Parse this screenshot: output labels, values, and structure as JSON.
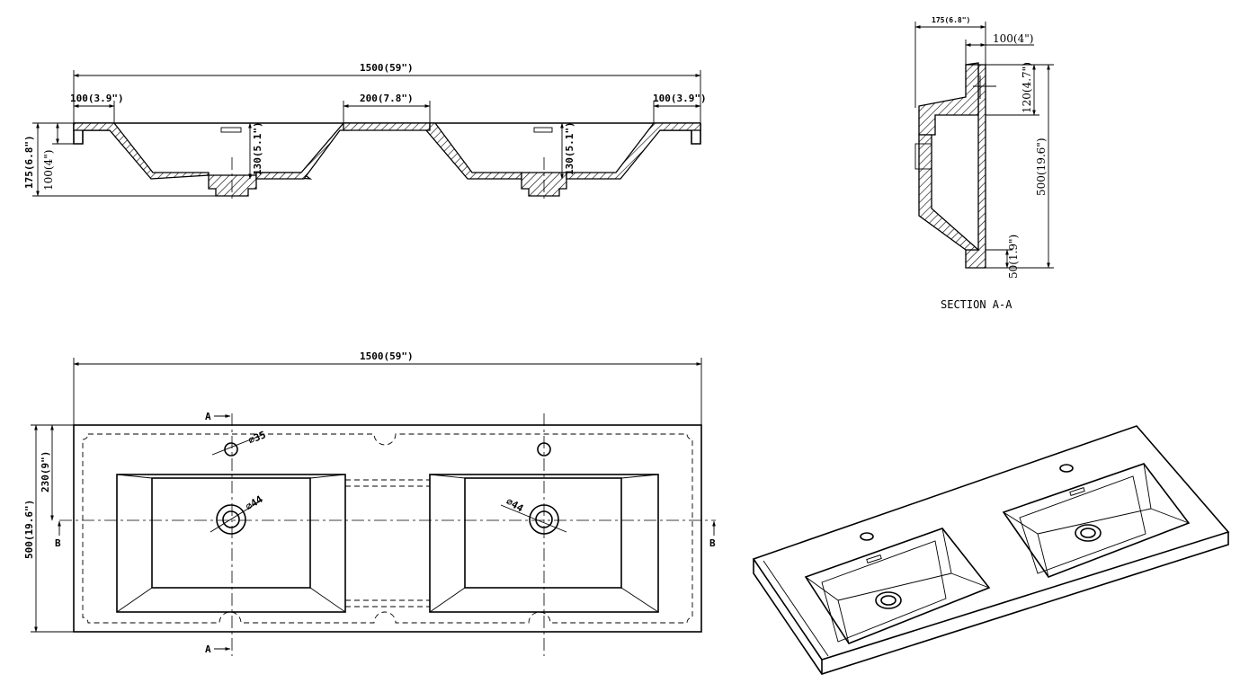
{
  "front_view": {
    "overall_width": "1500(59\")",
    "left_margin": "100(3.9\")",
    "center_gap": "200(7.8\")",
    "right_margin": "100(3.9\")",
    "total_height": "175(6.8\")",
    "deck_height": "100(4\")",
    "bowl_depth_left": "130(5.1\")",
    "bowl_depth_right": "130(5.1\")"
  },
  "section": {
    "top_width": "175(6.8\")",
    "rim_width": "100(4\")",
    "upper_height": "120(4.7\")",
    "total_depth": "500(19.6\")",
    "lower_height": "50(1.9\")",
    "title": "SECTION A-A"
  },
  "plan_view": {
    "overall_width": "1500(59\")",
    "depth": "500(19.6\")",
    "hole_offset": "230(9\")",
    "faucet_hole": "⌀35",
    "drain_left": "⌀44",
    "drain_right": "⌀44",
    "section_mark_top": "A",
    "section_mark_bottom": "A",
    "mark_b_left": "B",
    "mark_b_right": "B"
  }
}
